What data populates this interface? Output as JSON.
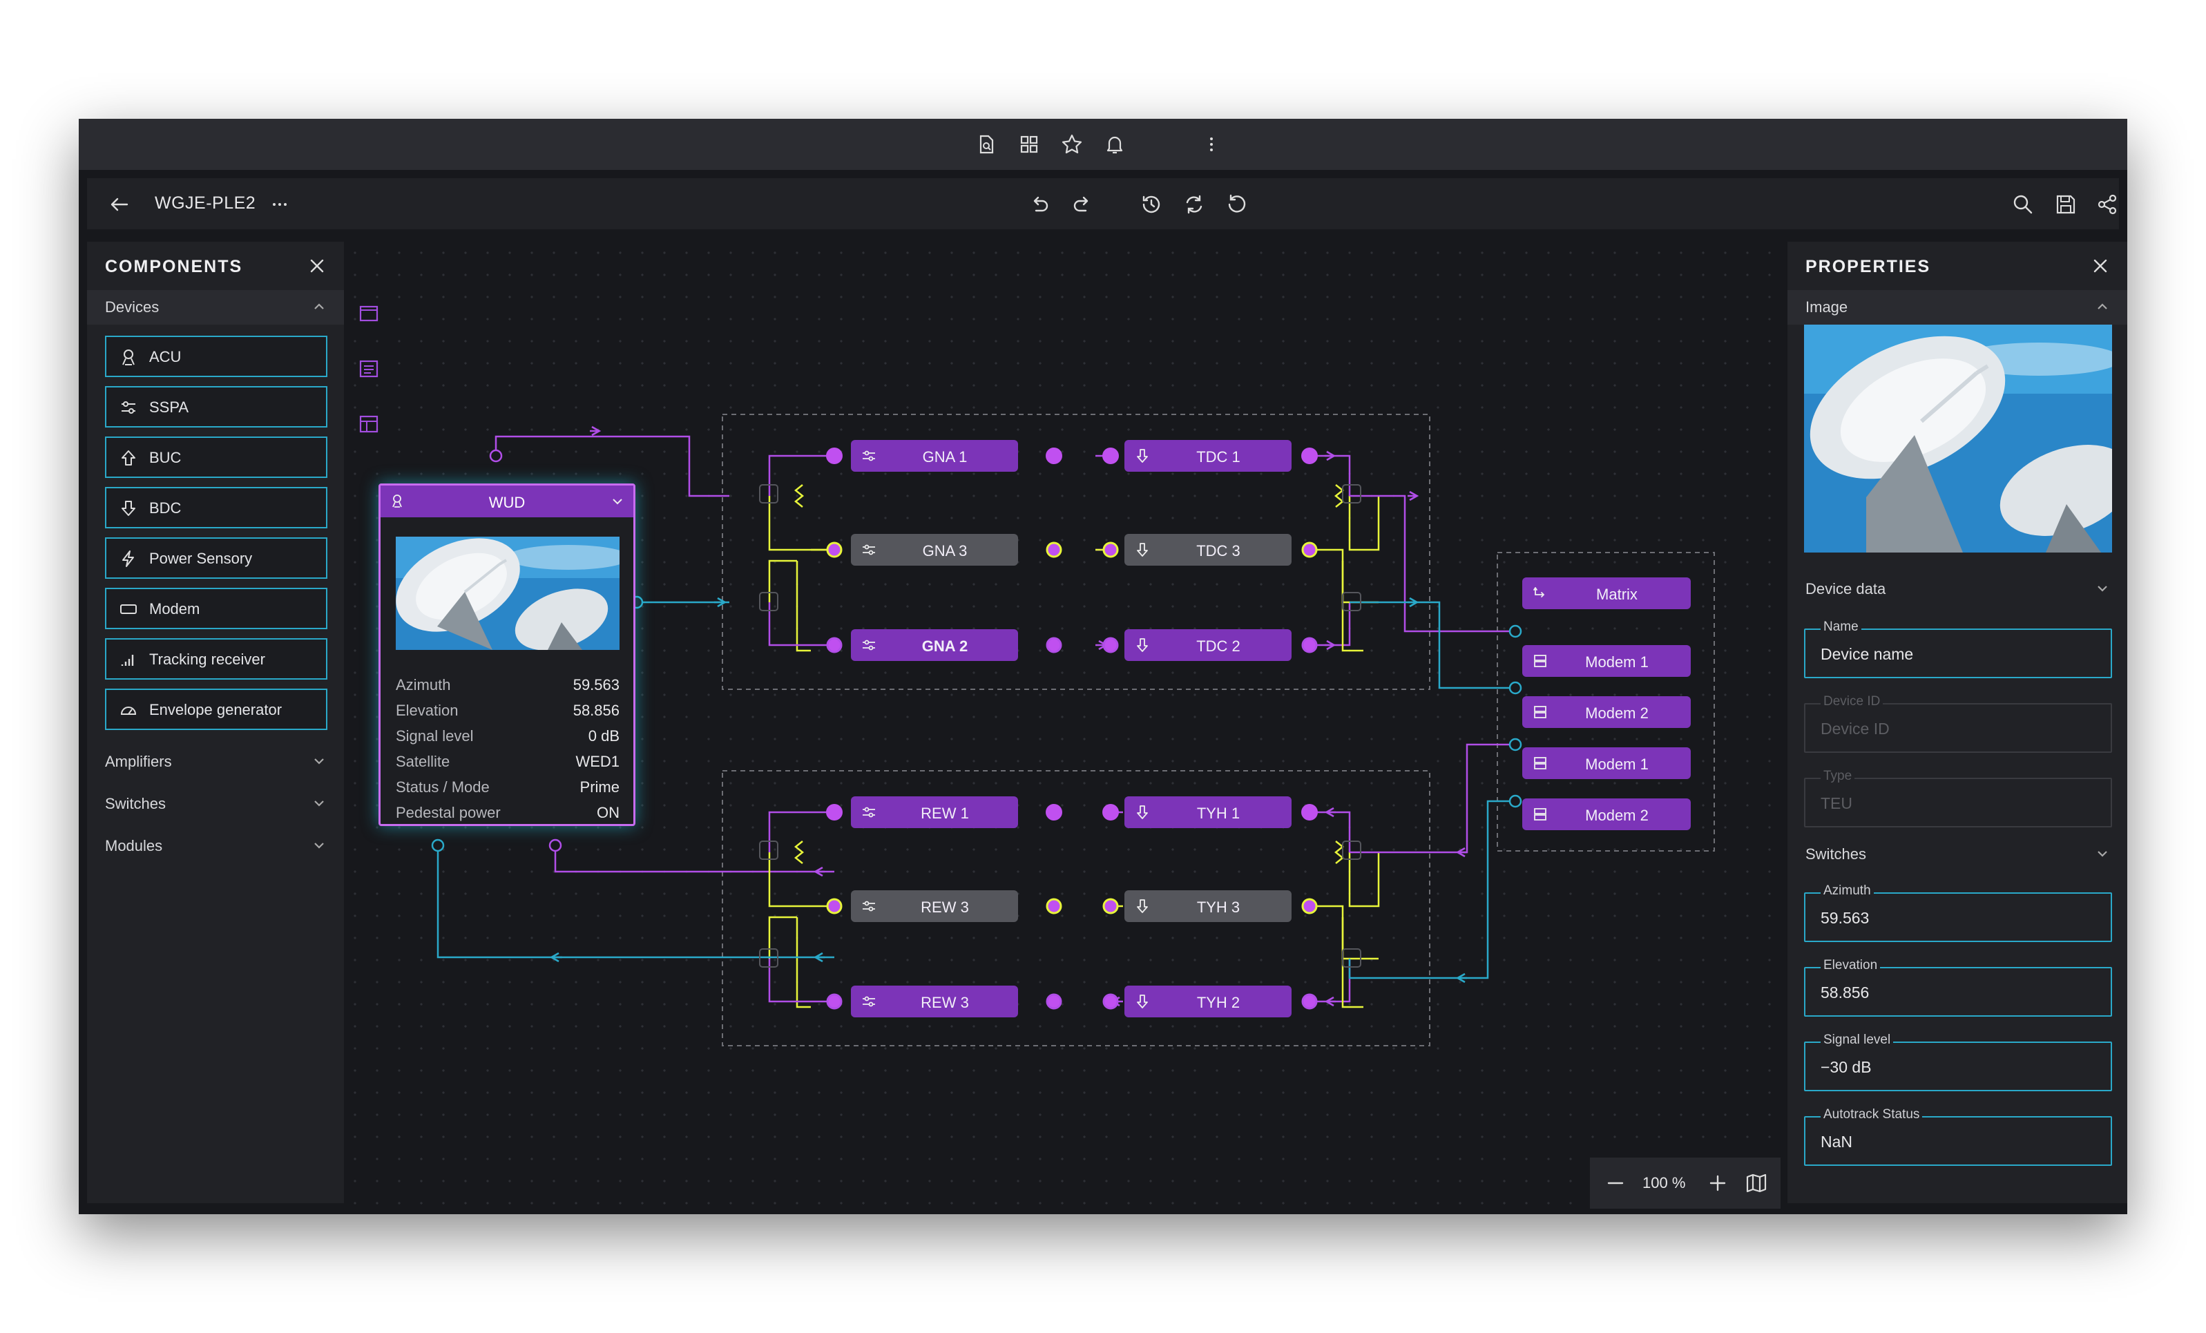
{
  "toolbar": {
    "title": "WGJE-PLE2"
  },
  "components_panel": {
    "title": "COMPONENTS",
    "devices_header": "Devices",
    "devices": [
      {
        "label": "ACU",
        "icon": "antenna-icon"
      },
      {
        "label": "SSPA",
        "icon": "sliders-icon"
      },
      {
        "label": "BUC",
        "icon": "arrow-up-icon"
      },
      {
        "label": "BDC",
        "icon": "arrow-down-icon"
      },
      {
        "label": "Power Sensory",
        "icon": "lightning-icon"
      },
      {
        "label": "Modem",
        "icon": "modem-icon"
      },
      {
        "label": "Tracking receiver",
        "icon": "signal-bars-icon"
      },
      {
        "label": "Envelope generator",
        "icon": "gauge-icon"
      }
    ],
    "sections": [
      "Amplifiers",
      "Switches",
      "Modules"
    ]
  },
  "wud": {
    "title": "WUD",
    "rows": [
      {
        "key": "Azimuth",
        "value": "59.563"
      },
      {
        "key": "Elevation",
        "value": "58.856"
      },
      {
        "key": "Signal level",
        "value": "0 dB"
      },
      {
        "key": "Satellite",
        "value": "WED1"
      },
      {
        "key": "Status / Mode",
        "value": "Prime"
      },
      {
        "key": "Pedestal power",
        "value": "ON"
      }
    ]
  },
  "nodes": {
    "gna1": "GNA 1",
    "gna3": "GNA 3",
    "gna2": "GNA 2",
    "tdc1": "TDC 1",
    "tdc3": "TDC 3",
    "tdc2": "TDC 2",
    "rew1": "REW 1",
    "rew3": "REW 3",
    "rew2": "REW 3",
    "tyh1": "TYH 1",
    "tyh3": "TYH 3",
    "tyh2": "TYH 2",
    "matrix": "Matrix",
    "modems": [
      "Modem 1",
      "Modem 2",
      "Modem 1",
      "Modem 2"
    ]
  },
  "properties_panel": {
    "title": "PROPERTIES",
    "image_header": "Image",
    "device_data_header": "Device data",
    "name_label": "Name",
    "name_value": "Device name",
    "device_id_label": "Device ID",
    "device_id_value": "Device ID",
    "type_label": "Type",
    "type_value": "TEU",
    "switches_header": "Switches",
    "azimuth_label": "Azimuth",
    "azimuth_value": "59.563",
    "elevation_label": "Elevation",
    "elevation_value": "58.856",
    "signal_label": "Signal level",
    "signal_value": "−30 dB",
    "autotrack_label": "Autotrack Status",
    "autotrack_value": "NaN"
  },
  "zoom": {
    "level": "100 %"
  },
  "colors": {
    "accent_purple": "#7c34b8",
    "link_cyan": "#2aa9c9",
    "wire_yellow": "#e8f53a",
    "wire_purple": "#b14ee8"
  }
}
